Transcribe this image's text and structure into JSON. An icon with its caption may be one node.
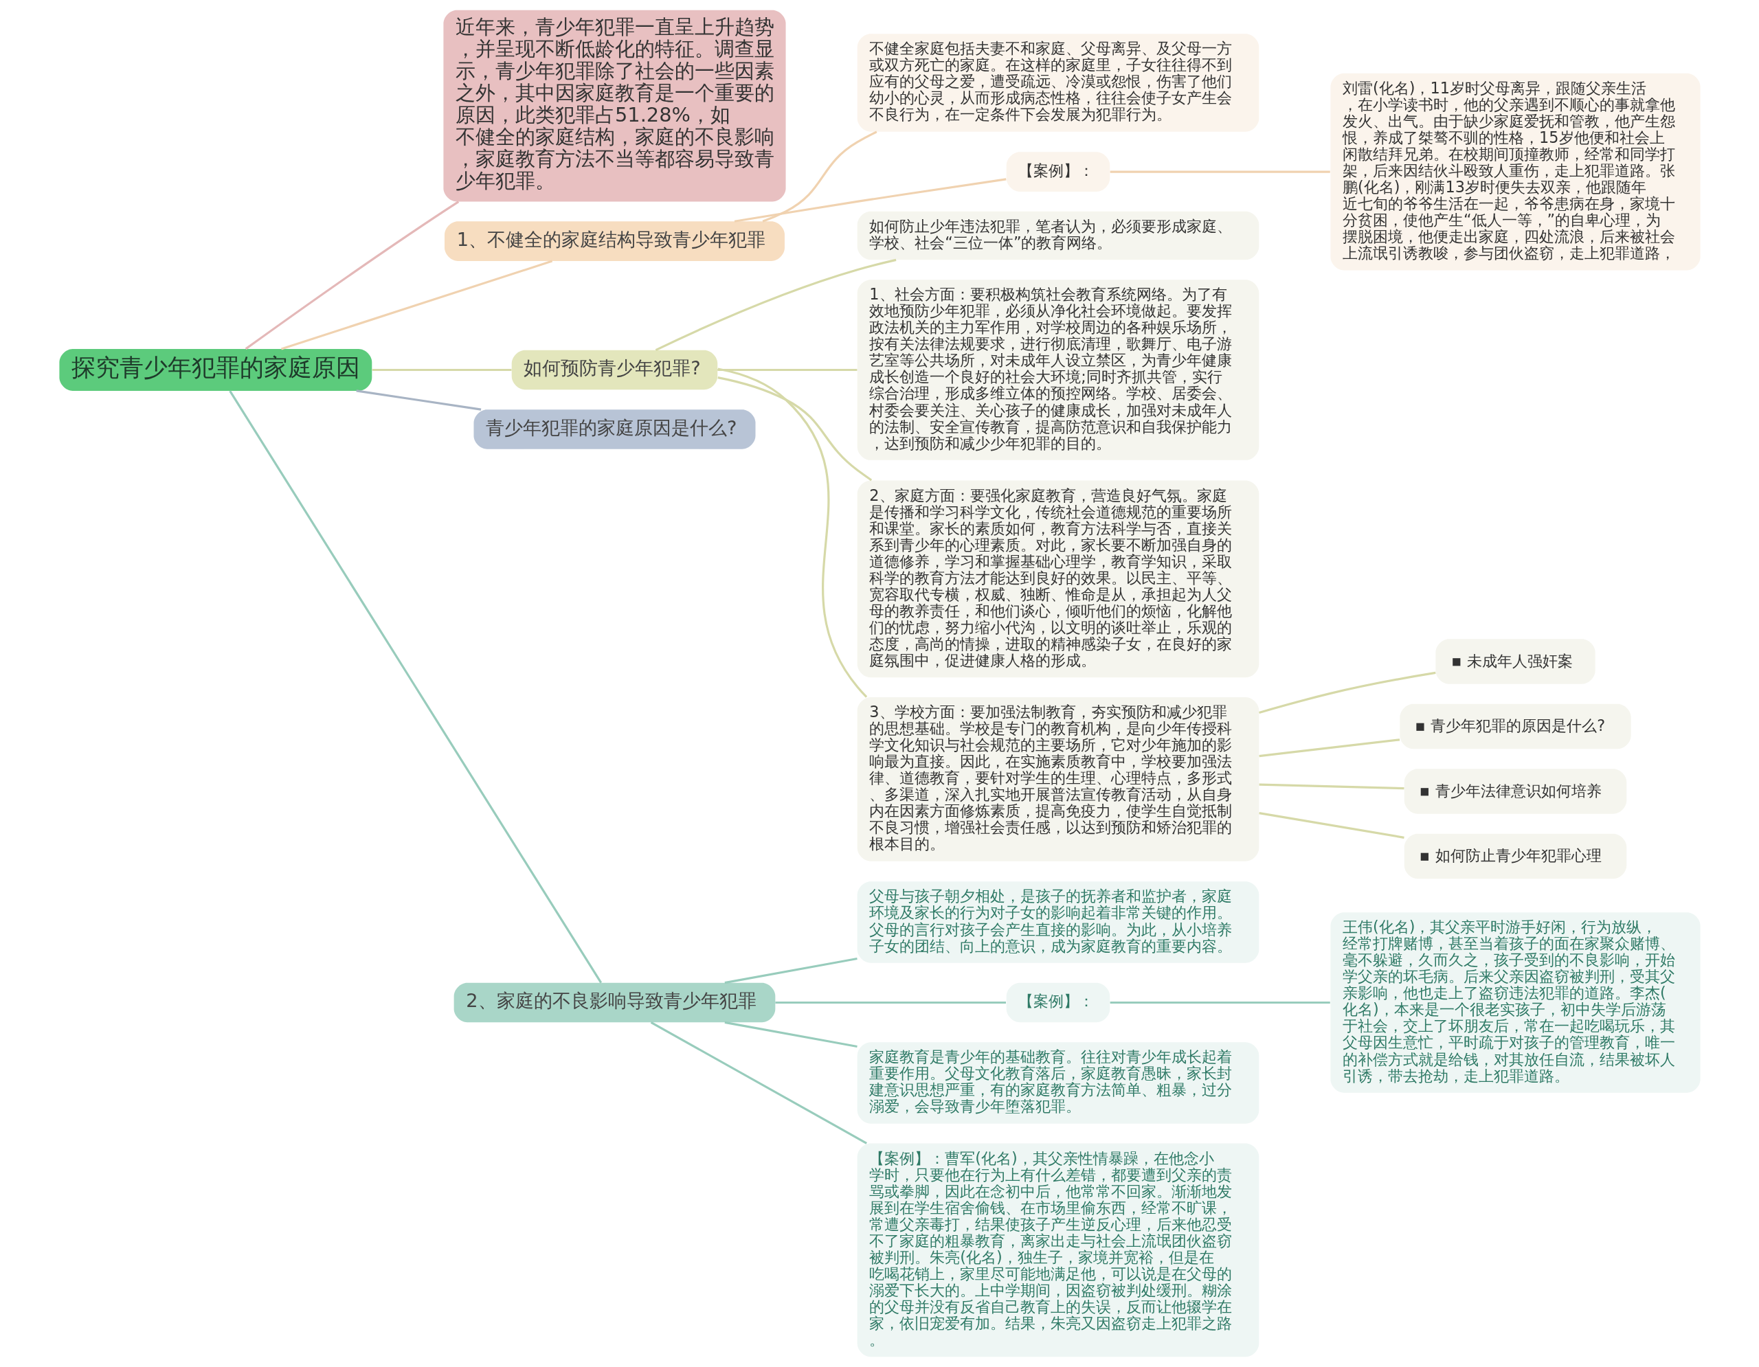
{
  "diagram": {
    "nodes": [
      {
        "text": [
          "探究青少年犯罪的家庭原因"
        ]
      },
      {
        "text": [
          "近年来，青少年犯罪一直呈上升趋势，并呈现不断低龄化的特征。调查显示，青少年犯罪除了社会的一些因素之外，其中因家庭教育是一个重要的原因，此类犯罪占51.28%，如不健全的家庭结构，家庭的不良影响，家庭教育方法不当等都容易导致青少年犯罪。"
        ]
      },
      {
        "text": [
          "1、不健全的家庭结构导致青少年犯罪"
        ]
      },
      {
        "text": [
          "不健全家庭包括夫妻不和家庭、父母离异、及父母一方或双方死亡的家庭。在这样的家庭里，子女往往得不到应有的父母之爱，遭受疏远、冷漠或怨恨，伤害了他们幼小的心灵，从而形成病态性格，往往会使子女产生会不良行为，在一定条件下会发展为犯罪行为。"
        ]
      },
      {
        "text": [
          "【案例】："
        ]
      },
      {
        "text": [
          "刘雷(化名)，11岁时父母离异，跟随父亲生活，在小学读书时，他的父亲遇到不顺心的事就拿他发火、出气。由于缺少家庭爱抚和管教，他产生怨恨，养成了桀骜不驯的性格，15岁他便和社会上闲散结拜兄弟。在校期间顶撞教师，经常和同学打架，后来因结伙斗殴致人重伤，走上犯罪道路。张鹏(化名)，刚满13岁时便失去双亲，他跟随年近七旬的爷爷生活在一起，爷爷患病在身，家境十分贫困，使他产生“低人一等，”的自卑心理，为摆脱困境，他便走出家庭，四处流浪，后来被社会上流氓引诱教唆，参与团伙盗窃，走上犯罪道路，"
        ]
      },
      {
        "text": [
          "如何预防青少年犯罪?"
        ]
      },
      {
        "text": [
          "如何防止少年违法犯罪，笔者认为，必须要形成家庭、学校、社会“三位一体”的教育网络。"
        ]
      },
      {
        "text": [
          "1、社会方面：要积极构筑社会教育系统网络。为了有效地预防少年犯罪，必须从净化社会环境做起。要发挥政法机关的主力军作用，对学校周边的各种娱乐场所，按有关法律法规要求，进行彻底清理，歌舞厅、电子游艺室等公共场所，对未成年人设立禁区，为青少年健康成长创造一个良好的社会大环境;同时齐抓共管，实行综合治理，形成多维立体的预控网络。学校、居委会、村委会要关注、关心孩子的健康成长，加强对未成年人的法制、安全宣传教育，提高防范意识和自我保护能力，达到预防和减少少年犯罪的目的。"
        ]
      },
      {
        "text": [
          "2、家庭方面：要强化家庭教育，营造良好气氛。家庭是传播和学习科学文化，传统社会道德规范的重要场所和课堂。家长的素质如何，教育方法科学与否，直接关系到青少年的心理素质。对此，家长要不断加强自身的道德修养，学习和掌握基础心理学，教育学知识，采取科学的教育方法才能达到良好的效果。以民主、平等、宽容取代专横，权威、独断、惟命是从，承担起为人父母的教养责任，和他们谈心，倾听他们的烦恼，化解他们的忧虑，努力缩小代沟，以文明的谈吐举止，乐观的态度，高尚的情操，进取的精神感染子女，在良好的家庭氛围中，促进健康人格的形成。"
        ]
      },
      {
        "text": [
          "3、学校方面：要加强法制教育，夯实预防和减少犯罪的思想基础。学校是专门的教育机构，是向少年传授科学文化知识与社会规范的主要场所，它对少年施加的影响最为直接。因此，在实施素质教育中，学校要加强法律、道德教育，要针对学生的生理、心理特点，多形式、多渠道，深入扎实地开展普法宣传教育活动，从自身内在因素方面修炼素质，提高免疫力，使学生自觉抵制不良习惯，增强社会责任感，以达到预防和矫治犯罪的根本目的。"
        ]
      },
      {
        "text": [
          "未成年人强奸案"
        ]
      },
      {
        "text": [
          "青少年犯罪的原因是什么?"
        ]
      },
      {
        "text": [
          "青少年法律意识如何培养"
        ]
      },
      {
        "text": [
          "如何防止青少年犯罪心理"
        ]
      },
      {
        "text": [
          "青少年犯罪的家庭原因是什么?"
        ]
      },
      {
        "text": [
          "2、家庭的不良影响导致青少年犯罪"
        ]
      },
      {
        "text": [
          "父母与孩子朝夕相处，是孩子的抚养者和监护者，家庭环境及家长的行为对子女的影响起着非常关键的作用。父母的言行对孩子会产生直接的影响。为此，从小培养子女的团结、向上的意识，成为家庭教育的重要内容。"
        ]
      },
      {
        "text": [
          "【案例】："
        ]
      },
      {
        "text": [
          "王伟(化名)，其父亲平时游手好闲，行为放纵，经常打牌赌博，甚至当着孩子的面在家聚众赌博、毫不躲避，久而久之，孩子受到的不良影响，开始学父亲的坏毛病。后来父亲因盗窃被判刑，受其父亲影响，他也走上了盗窃违法犯罪的道路。李杰(化名)，本来是一个很老实孩子，初中失学后游荡于社会，交上了坏朋友后，常在一起吃喝玩乐，其父母因生意忙，平时疏于对孩子的管理教育，唯一的补偿方式就是给钱，对其放任自流，结果被坏人引诱，带去抢劫，走上犯罪道路。"
        ]
      },
      {
        "text": [
          "家庭教育是青少年的基础教育。往往对青少年成长起着重要作用。父母文化教育落后，家庭教育愚昧，家长封建意识思想严重，有的家庭教育方法简单、粗暴，过分溺爱，会导致青少年堕落犯罪。"
        ]
      },
      {
        "text": [
          "【案例】：曹军(化名)，其父亲性情暴躁，在他念小学时，只要他在行为上有什么差错，都要遭到父亲的责骂或拳脚，因此在念初中后，他常常不回家。渐渐地发展到在学生宿舍偷钱、在市场里偷东西，经常不旷课，常遭父亲毒打，结果使孩子产生逆反心理，后来他忍受不了家庭的粗暴教育，离家出走与社会上流氓团伙盗窃被判刑。朱亮(化名)，独生子，家境并宽裕，但是在吃喝花销上，家里尽可能地满足他，可以说是在父母的溺爱下长大的。上中学期间，因盗窃被判处缓刑。糊涂的父母并没有反省自己教育上的失误，反而让他辍学在家，依旧宠爱有加。结果，朱亮又因盗窃走上犯罪之路。"
        ]
      }
    ],
    "edges": [
      {
        "from": 0,
        "to": 1,
        "arrow": "none",
        "color": "#e4b8b8"
      },
      {
        "from": 0,
        "to": 2,
        "arrow": "none",
        "color": "#f0d2b0"
      },
      {
        "from": 2,
        "to": 3,
        "arrow": "none",
        "color": "#f0d2b0"
      },
      {
        "from": 2,
        "to": 4,
        "arrow": "none",
        "color": "#f0d2b0"
      },
      {
        "from": 4,
        "to": 5,
        "arrow": "none",
        "color": "#f0d2b0"
      },
      {
        "from": 0,
        "to": 6,
        "arrow": "none"
      },
      {
        "from": 6,
        "to": 7,
        "arrow": "none"
      },
      {
        "from": 6,
        "to": 8,
        "arrow": "none"
      },
      {
        "from": 6,
        "to": 9,
        "arrow": "none"
      },
      {
        "from": 6,
        "to": 10,
        "arrow": "none"
      },
      {
        "from": 10,
        "to": 11,
        "arrow": "none"
      },
      {
        "from": 10,
        "to": 12,
        "arrow": "none"
      },
      {
        "from": 10,
        "to": 13,
        "arrow": "none"
      },
      {
        "from": 10,
        "to": 14,
        "arrow": "none"
      },
      {
        "from": 0,
        "to": 15,
        "arrow": "none",
        "color": "#a8b4c4"
      },
      {
        "from": 0,
        "to": 16,
        "arrow": "none",
        "color": "#98ccbc"
      },
      {
        "from": 16,
        "to": 17,
        "arrow": "none",
        "color": "#98ccbc"
      },
      {
        "from": 16,
        "to": 18,
        "arrow": "none",
        "color": "#98ccbc"
      },
      {
        "from": 18,
        "to": 19,
        "arrow": "none",
        "color": "#98ccbc"
      },
      {
        "from": 16,
        "to": 20,
        "arrow": "none",
        "color": "#98ccbc"
      },
      {
        "from": 16,
        "to": 21,
        "arrow": "none",
        "color": "#98ccbc"
      }
    ]
  }
}
